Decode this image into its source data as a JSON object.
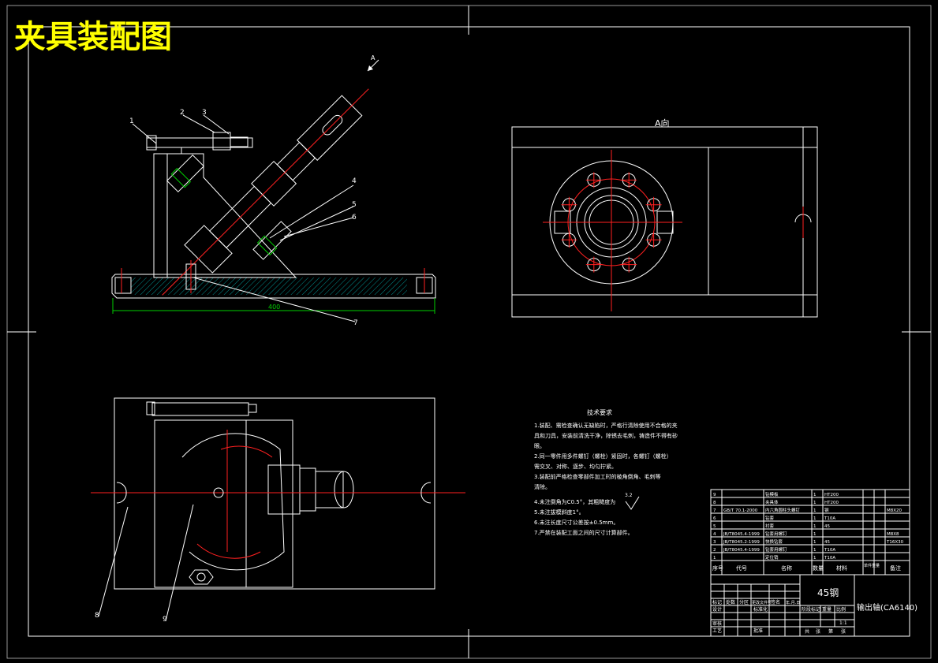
{
  "drawing": {
    "title": "夹具装配图",
    "view_label": "A向",
    "view_marker": "A",
    "dimension_overall": "400",
    "balloons": [
      "1",
      "2",
      "3",
      "4",
      "5",
      "6",
      "7",
      "8",
      "9"
    ]
  },
  "tech_requirements": {
    "heading": "技术要求",
    "lines": [
      "1.装配、需检查确认无缺陷时，严格行清除使用不合格的夹",
      "具和刀具，安装前清洗干净，除锈去毛刺，铸造件不得有砂",
      "眼。",
      "2.同一零件用多件螺钉（螺栓）紧固时，各螺钉（螺栓）",
      "需交叉、对称、逐步、均匀拧紧。",
      "3.装配前严格检查零部件加工时的棱角倒角、毛刺等",
      "清除。",
      "4.未注倒角为C0.5°，其粗糙度为",
      "5.未注拔模斜度1°。",
      "6.未注长度尺寸公差按±0.5mm。",
      "7.严禁在装配工面之间的尺寸计算部件。"
    ],
    "roughness_symbol": "3.2"
  },
  "parts_list": {
    "headers": [
      "序号",
      "代号",
      "名称",
      "数量",
      "材料",
      "单件重量",
      "备注"
    ],
    "rows": [
      [
        "9",
        "",
        "钻模板",
        "1",
        "HT200",
        "",
        ""
      ],
      [
        "8",
        "",
        "夹具体",
        "1",
        "HT200",
        "",
        ""
      ],
      [
        "7",
        "GB/T 70.1-2000",
        "内六角圆柱头螺钉",
        "1",
        "钢",
        "",
        "M8X20"
      ],
      [
        "6",
        "",
        "钻套",
        "1",
        "T10A",
        "",
        ""
      ],
      [
        "5",
        "",
        "衬套",
        "1",
        "45",
        "",
        ""
      ],
      [
        "4",
        "JB/T8045.4-1999",
        "钻套用螺钉",
        "1",
        "",
        "",
        "M8X8"
      ],
      [
        "3",
        "JB/T8045.2-1999",
        "快换钻套",
        "1",
        "45",
        "",
        "T16X30"
      ],
      [
        "2",
        "JB/T8045.4-1999",
        "钻套用螺钉",
        "1",
        "T10A",
        "",
        ""
      ],
      [
        "1",
        "",
        "定位销",
        "1",
        "T10A",
        "",
        ""
      ]
    ]
  },
  "title_block": {
    "material": "45钢",
    "part_name": "输出轴(CA6140)",
    "row_labels": [
      "标记",
      "处数",
      "分区",
      "更改文件号",
      "签名",
      "年.月.日"
    ],
    "role_labels": [
      "设计",
      "审核",
      "工艺"
    ],
    "std_label": "标准化",
    "approve_label": "批准",
    "stage_labels": [
      "阶段标记",
      "重量",
      "比例"
    ],
    "scale": "1:1",
    "sheet_labels": [
      "共",
      "张",
      "第",
      "张"
    ]
  }
}
